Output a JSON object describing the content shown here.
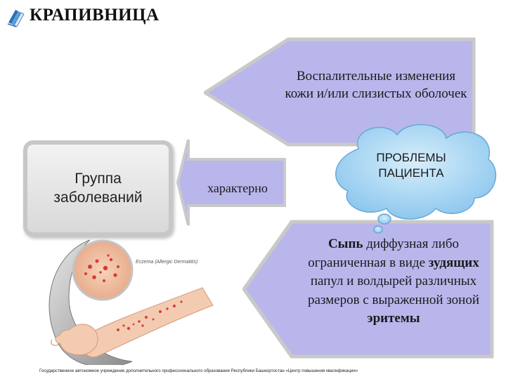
{
  "title": "КРАПИВНИЦА",
  "group_box": {
    "label": "Группа заболеваний"
  },
  "top_arrow": {
    "text": "Воспалительные изменения кожи и/или слизистых оболочек"
  },
  "middle_arrow": {
    "text": "характерно"
  },
  "cloud": {
    "text": "ПРОБЛЕМЫ ПАЦИЕНТА"
  },
  "bottom_arrow": {
    "part1": "Сыпь",
    "part2": " диффузная либо ограниченная в виде ",
    "part3": "зудящих",
    "part4": " папул и волдырей различных размеров с выраженной зоной ",
    "part5": "эритемы"
  },
  "illustration": {
    "inset_label": "Eczema (Allergic Dermatitis)"
  },
  "footer": "Государственное автономное учреждение дополнительного профессионального образования Республики Башкортостан «Центр повышения квалификации»",
  "colors": {
    "arrow_fill": "#b9b6ec",
    "arrow_stroke": "#c7c7c7",
    "cloud_fill": "#a9d7f3",
    "box_fill": "#e3e3e3"
  }
}
